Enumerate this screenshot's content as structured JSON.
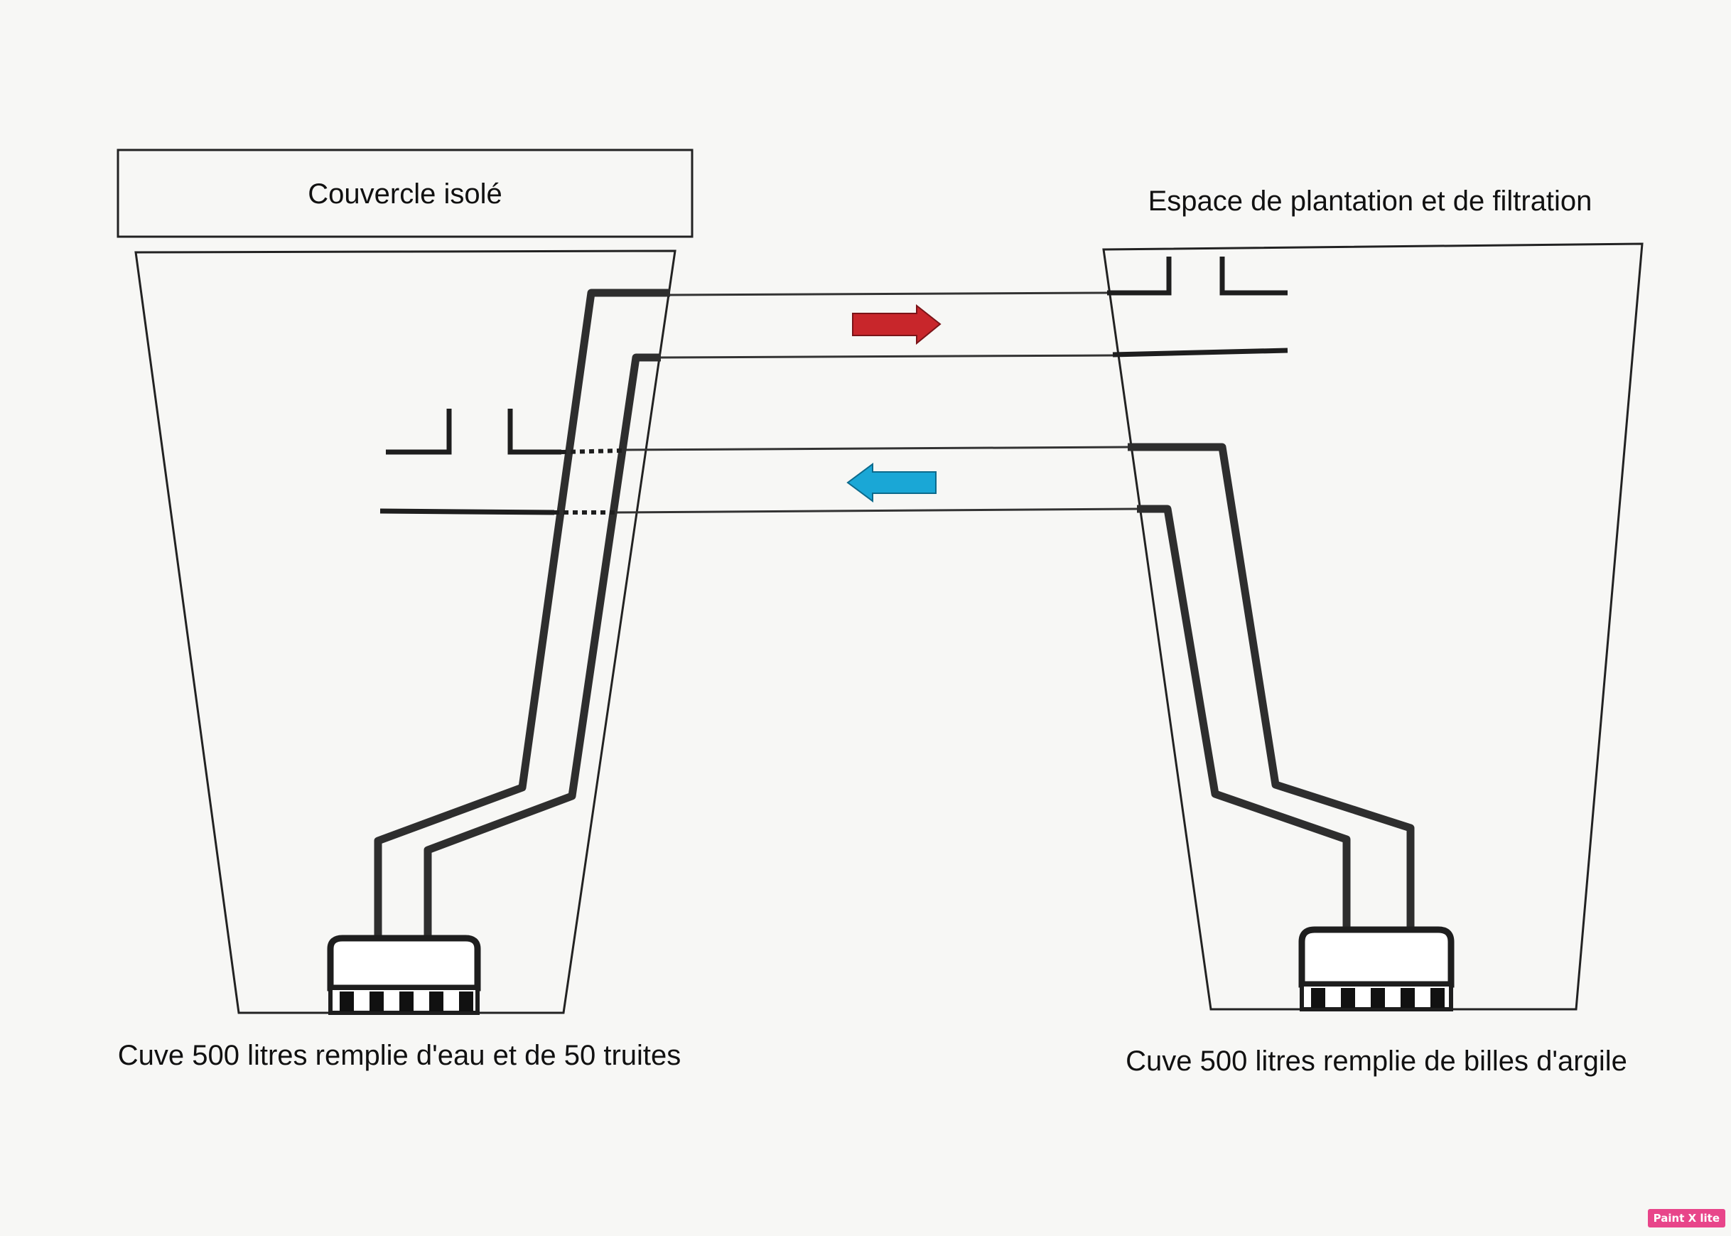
{
  "labels": {
    "lid": "Couvercle isolé",
    "planting_space": "Espace de plantation et de filtration",
    "fish_tank": "Cuve 500 litres remplie d'eau et de 50 truites",
    "clay_tank": "Cuve 500 litres remplie de billes d'argile"
  },
  "flow": {
    "to_filter_color": "#c8262b",
    "return_color": "#1aa7d6"
  },
  "colors": {
    "background": "#f7f7f5",
    "outline": "#222222",
    "pipe": "#333333"
  },
  "watermark": "Paint X lite"
}
